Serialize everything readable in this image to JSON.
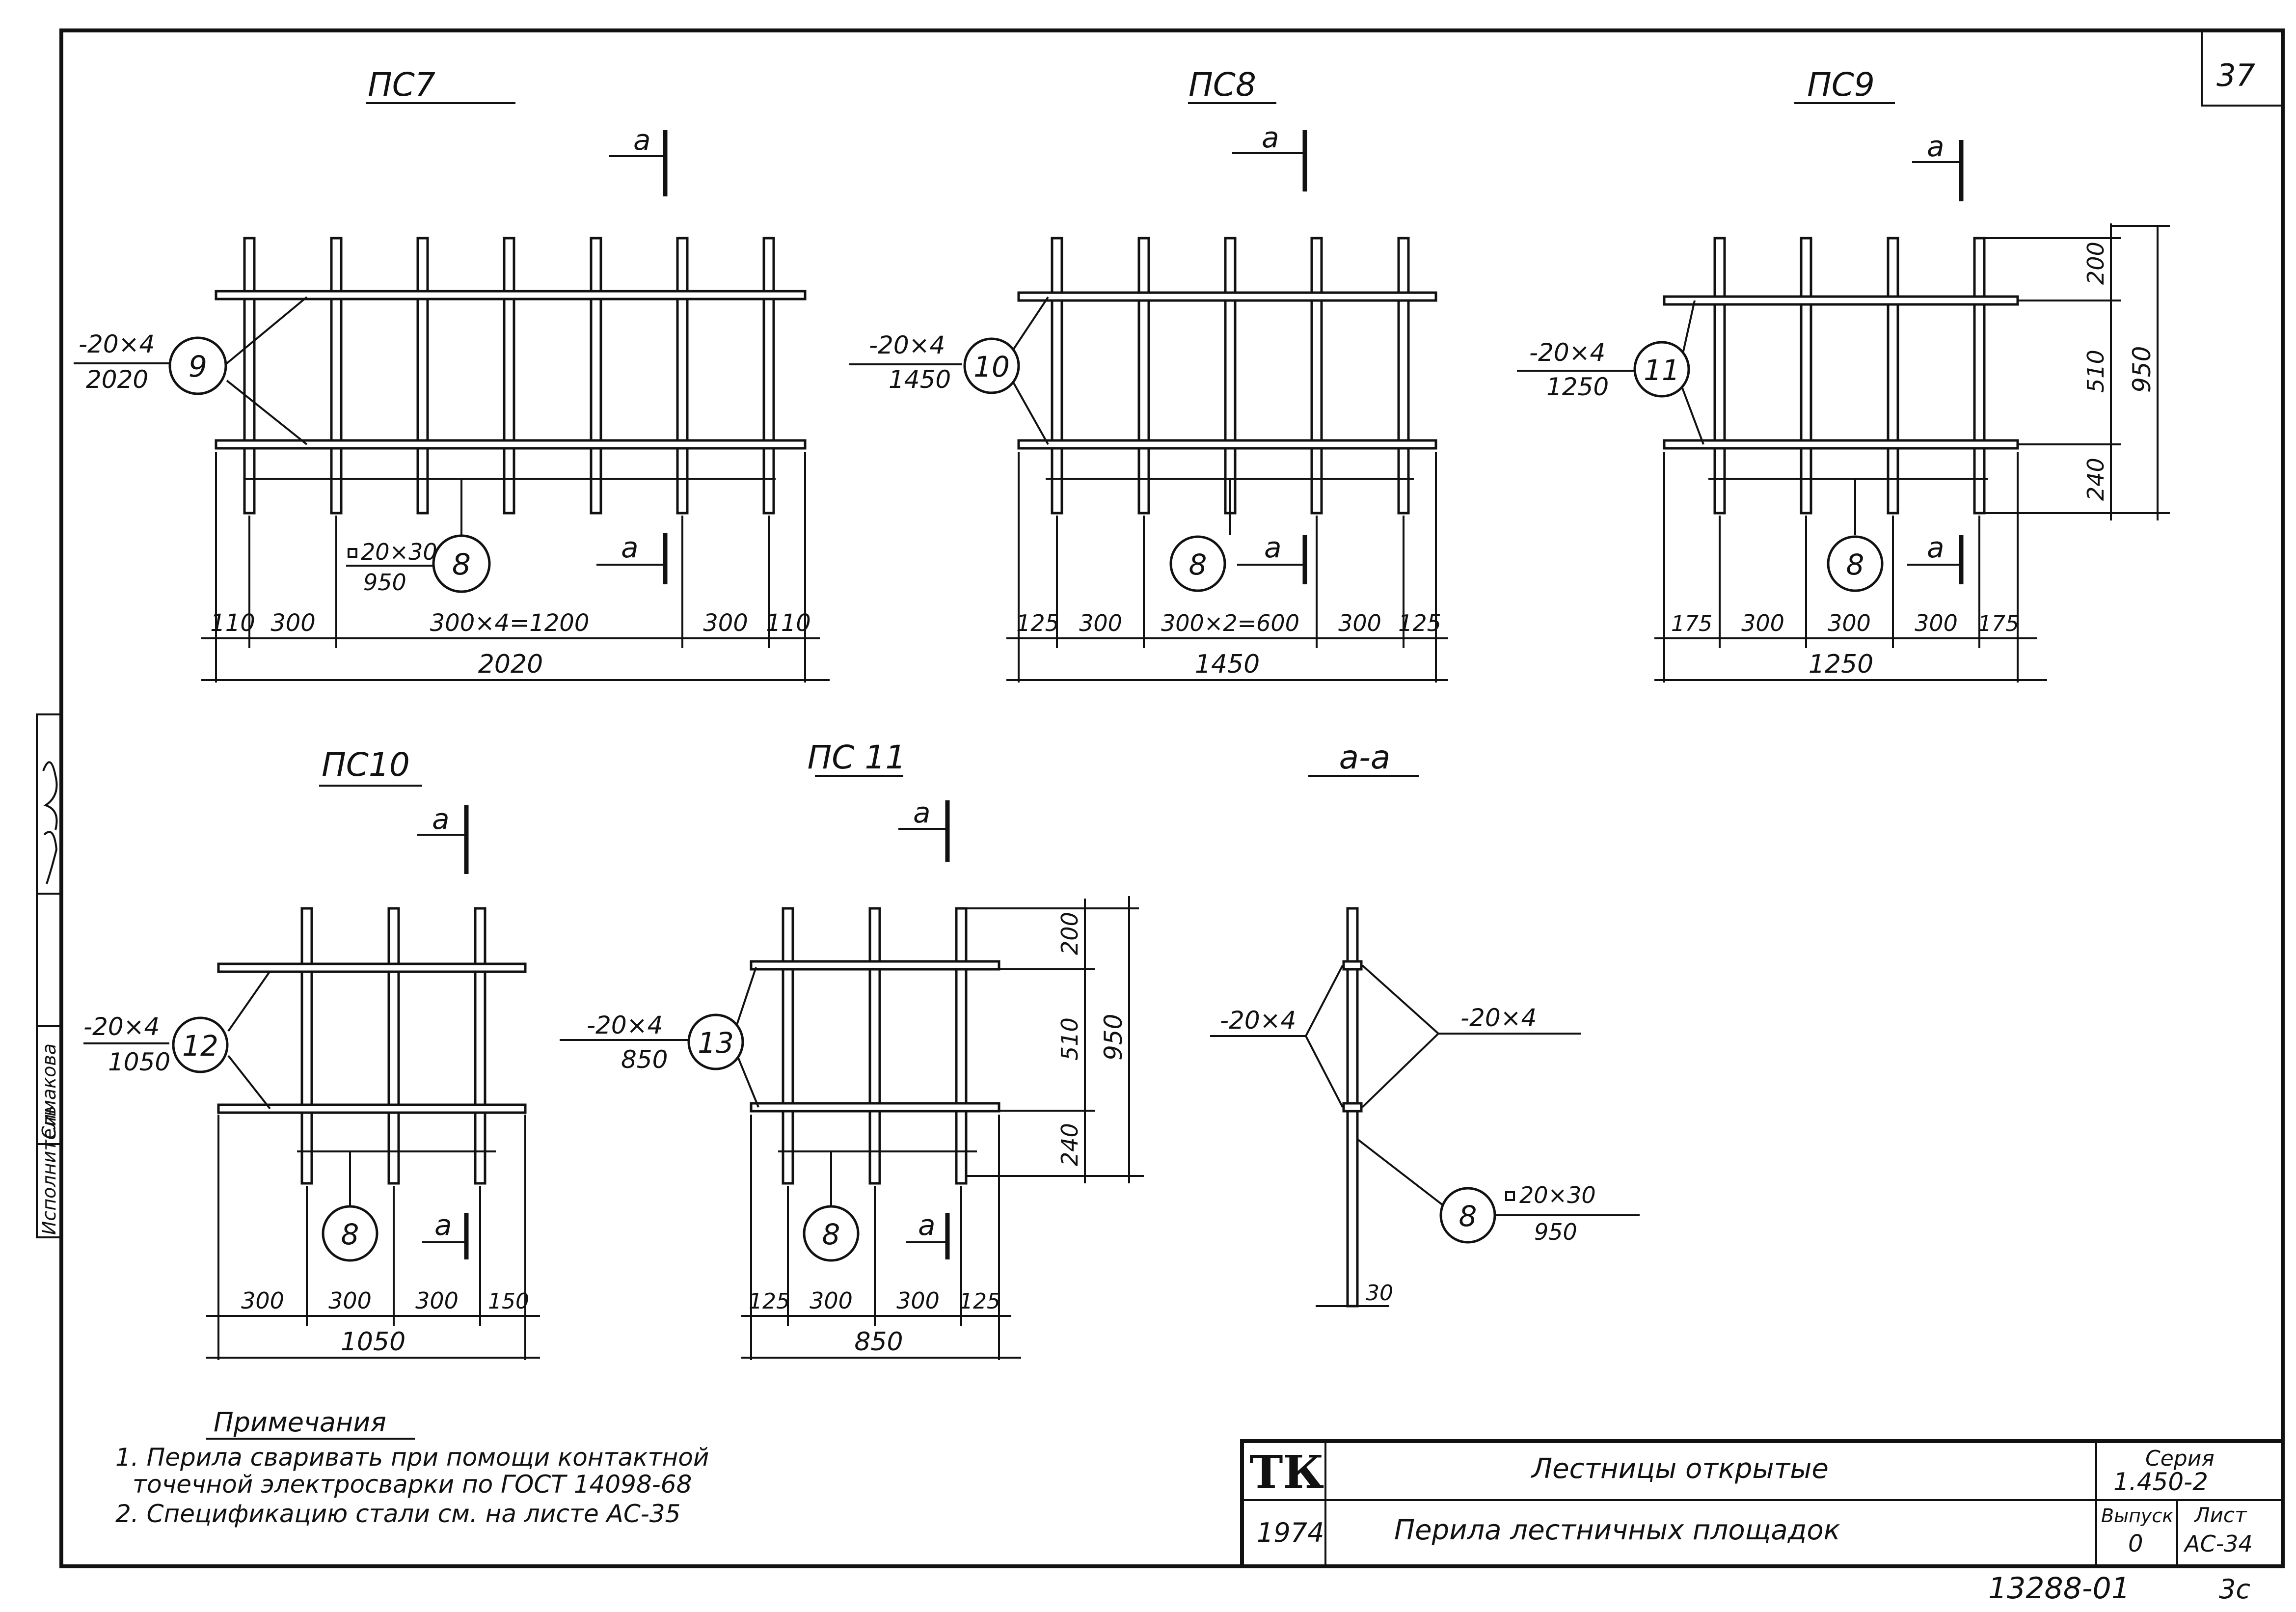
{
  "sheet_number": "37",
  "views": {
    "pc7": {
      "title": "ПС7",
      "cut_mark": "a",
      "cut_mark_bottom": "a",
      "rail_tag": "9",
      "rail_profile": "-20×4",
      "rail_length": "2020",
      "post_tag": "8",
      "post_profile": "20×30",
      "post_length": "950",
      "dims": [
        "110",
        "300",
        "300×4=1200",
        "300",
        "110"
      ],
      "overall": "2020"
    },
    "pc8": {
      "title": "ПС8",
      "cut_mark": "a",
      "cut_mark_bottom": "a",
      "rail_tag": "10",
      "rail_profile": "-20×4",
      "rail_length": "1450",
      "post_tag": "8",
      "dims": [
        "125",
        "300",
        "300×2=600",
        "300",
        "125"
      ],
      "overall": "1450"
    },
    "pc9": {
      "title": "ПС9",
      "cut_mark": "a",
      "cut_mark_bottom": "a",
      "rail_tag": "11",
      "rail_profile": "-20×4",
      "rail_length": "1250",
      "post_tag": "8",
      "dims": [
        "175",
        "300",
        "300",
        "300",
        "175"
      ],
      "overall": "1250",
      "vdims": [
        "200",
        "510",
        "240"
      ],
      "vtotal": "950"
    },
    "pc10": {
      "title": "ПС10",
      "cut_mark": "a",
      "cut_mark_bottom": "a",
      "rail_tag": "12",
      "rail_profile": "-20×4",
      "rail_length": "1050",
      "post_tag": "8",
      "dims": [
        "300",
        "300",
        "300",
        "150"
      ],
      "overall": "1050"
    },
    "pc11": {
      "title": "ПС 11",
      "cut_mark": "a",
      "cut_mark_bottom": "a",
      "rail_tag": "13",
      "rail_profile": "-20×4",
      "rail_length": "850",
      "post_tag": "8",
      "dims": [
        "125",
        "300",
        "300",
        "125"
      ],
      "overall": "850",
      "vdims": [
        "200",
        "510",
        "240"
      ],
      "vtotal": "950"
    },
    "section": {
      "title": "а-а",
      "left_rail": "-20×4",
      "right_rail": "-20×4",
      "post_tag": "8",
      "post_profile": "20×30",
      "post_length": "950",
      "width": "30"
    }
  },
  "notes": {
    "heading": "Примечания",
    "line1": "1. Перила сваривать при помощи контактной",
    "line2": "точечной электросварки по ГОСТ 14098-68",
    "line3": "2. Спецификацию стали см. на листе АС-35"
  },
  "title_block": {
    "logo": "ТК",
    "year": "1974",
    "title1": "Лестницы открытые",
    "title2": "Перила лестничных площадок",
    "series_label": "Серия",
    "series_value": "1.450-2",
    "issue_label": "Выпуск",
    "issue_value": "0",
    "sheet_label": "Лист",
    "sheet_value": "АС-34"
  },
  "side_stamp": {
    "label": "Исполнитель",
    "name": "Симакова"
  },
  "doc_number": "13288-01",
  "doc_suffix": "3с"
}
